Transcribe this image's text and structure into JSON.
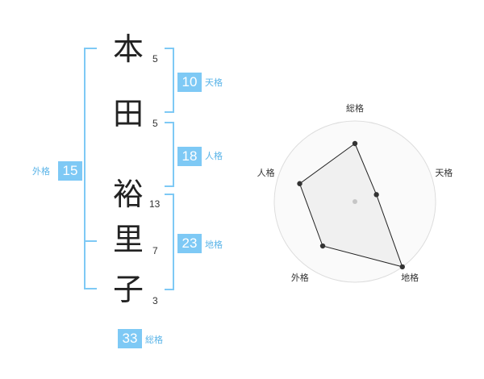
{
  "name": {
    "characters": [
      {
        "char": "本",
        "strokes": "5"
      },
      {
        "char": "田",
        "strokes": "5"
      },
      {
        "char": "裕",
        "strokes": "13"
      },
      {
        "char": "里",
        "strokes": "7"
      },
      {
        "char": "子",
        "strokes": "3"
      }
    ]
  },
  "fortune": {
    "tenkaku": {
      "value": "10",
      "label": "天格"
    },
    "jinkaku": {
      "value": "18",
      "label": "人格"
    },
    "chikaku": {
      "value": "23",
      "label": "地格"
    },
    "gaikaku": {
      "value": "15",
      "label": "外格"
    },
    "soukaku": {
      "value": "33",
      "label": "総格"
    }
  },
  "colors": {
    "accent": "#7ec9f5",
    "label": "#5ab4e8"
  },
  "chart_data": {
    "type": "radar",
    "axes": [
      "総格",
      "天格",
      "地格",
      "外格",
      "人格"
    ],
    "values": [
      3.6,
      1.4,
      5.0,
      3.4,
      3.6
    ],
    "range": [
      0,
      5
    ],
    "rings": 4,
    "grid": true
  }
}
